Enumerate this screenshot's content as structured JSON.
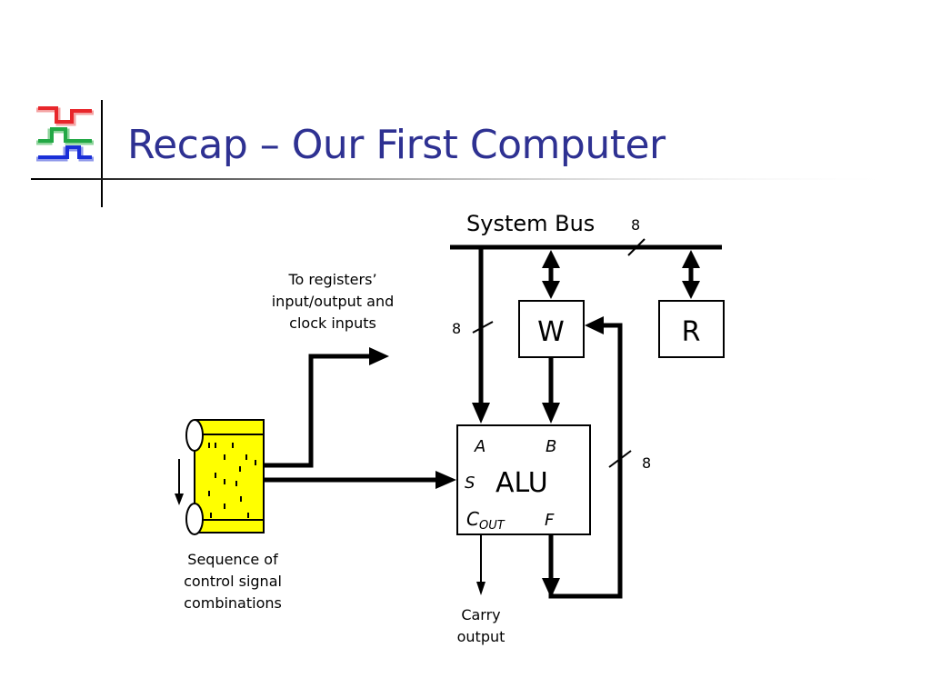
{
  "slide": {
    "title": "Recap – Our First Computer"
  },
  "colors": {
    "title": "#2e3192",
    "logo_red": "#e8262b",
    "logo_green": "#22a845",
    "logo_blue": "#1a2fd8",
    "tape_fill": "#ffff00"
  },
  "diagram": {
    "bus_label": "System Bus",
    "bus_width": "8",
    "left_bus_width": "8",
    "feedback_width": "8",
    "register_w": "W",
    "register_r": "R",
    "alu": {
      "label": "ALU",
      "input_a": "A",
      "input_b": "B",
      "select": "S",
      "output_f": "F",
      "carry_main": "C",
      "carry_sub": "OUT"
    },
    "registers_note": [
      "To registers’",
      "input/output and",
      "clock inputs"
    ],
    "tape_caption": [
      "Sequence of",
      "control signal",
      "combinations"
    ],
    "carry_caption": [
      "Carry",
      "output"
    ]
  }
}
